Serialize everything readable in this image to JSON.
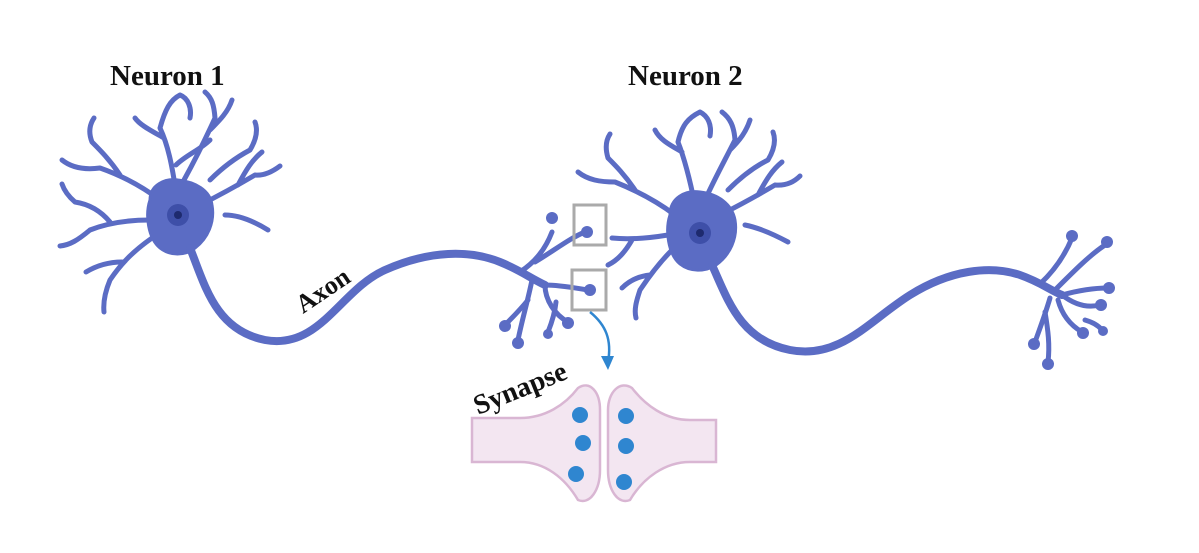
{
  "labels": {
    "neuron1": "Neuron 1",
    "neuron2": "Neuron 2",
    "axon": "Axon",
    "synapse": "Synapse"
  },
  "colors": {
    "neuron": "#5B6CC4",
    "soma_inner": "#3E4FA8",
    "nucleus": "#1E2A6E",
    "synapse_fill": "#F3E6F1",
    "synapse_stroke": "#D9B6D3",
    "vesicle": "#2F86D0",
    "box": "#AAAAAA",
    "arrow": "#2F86D0"
  }
}
